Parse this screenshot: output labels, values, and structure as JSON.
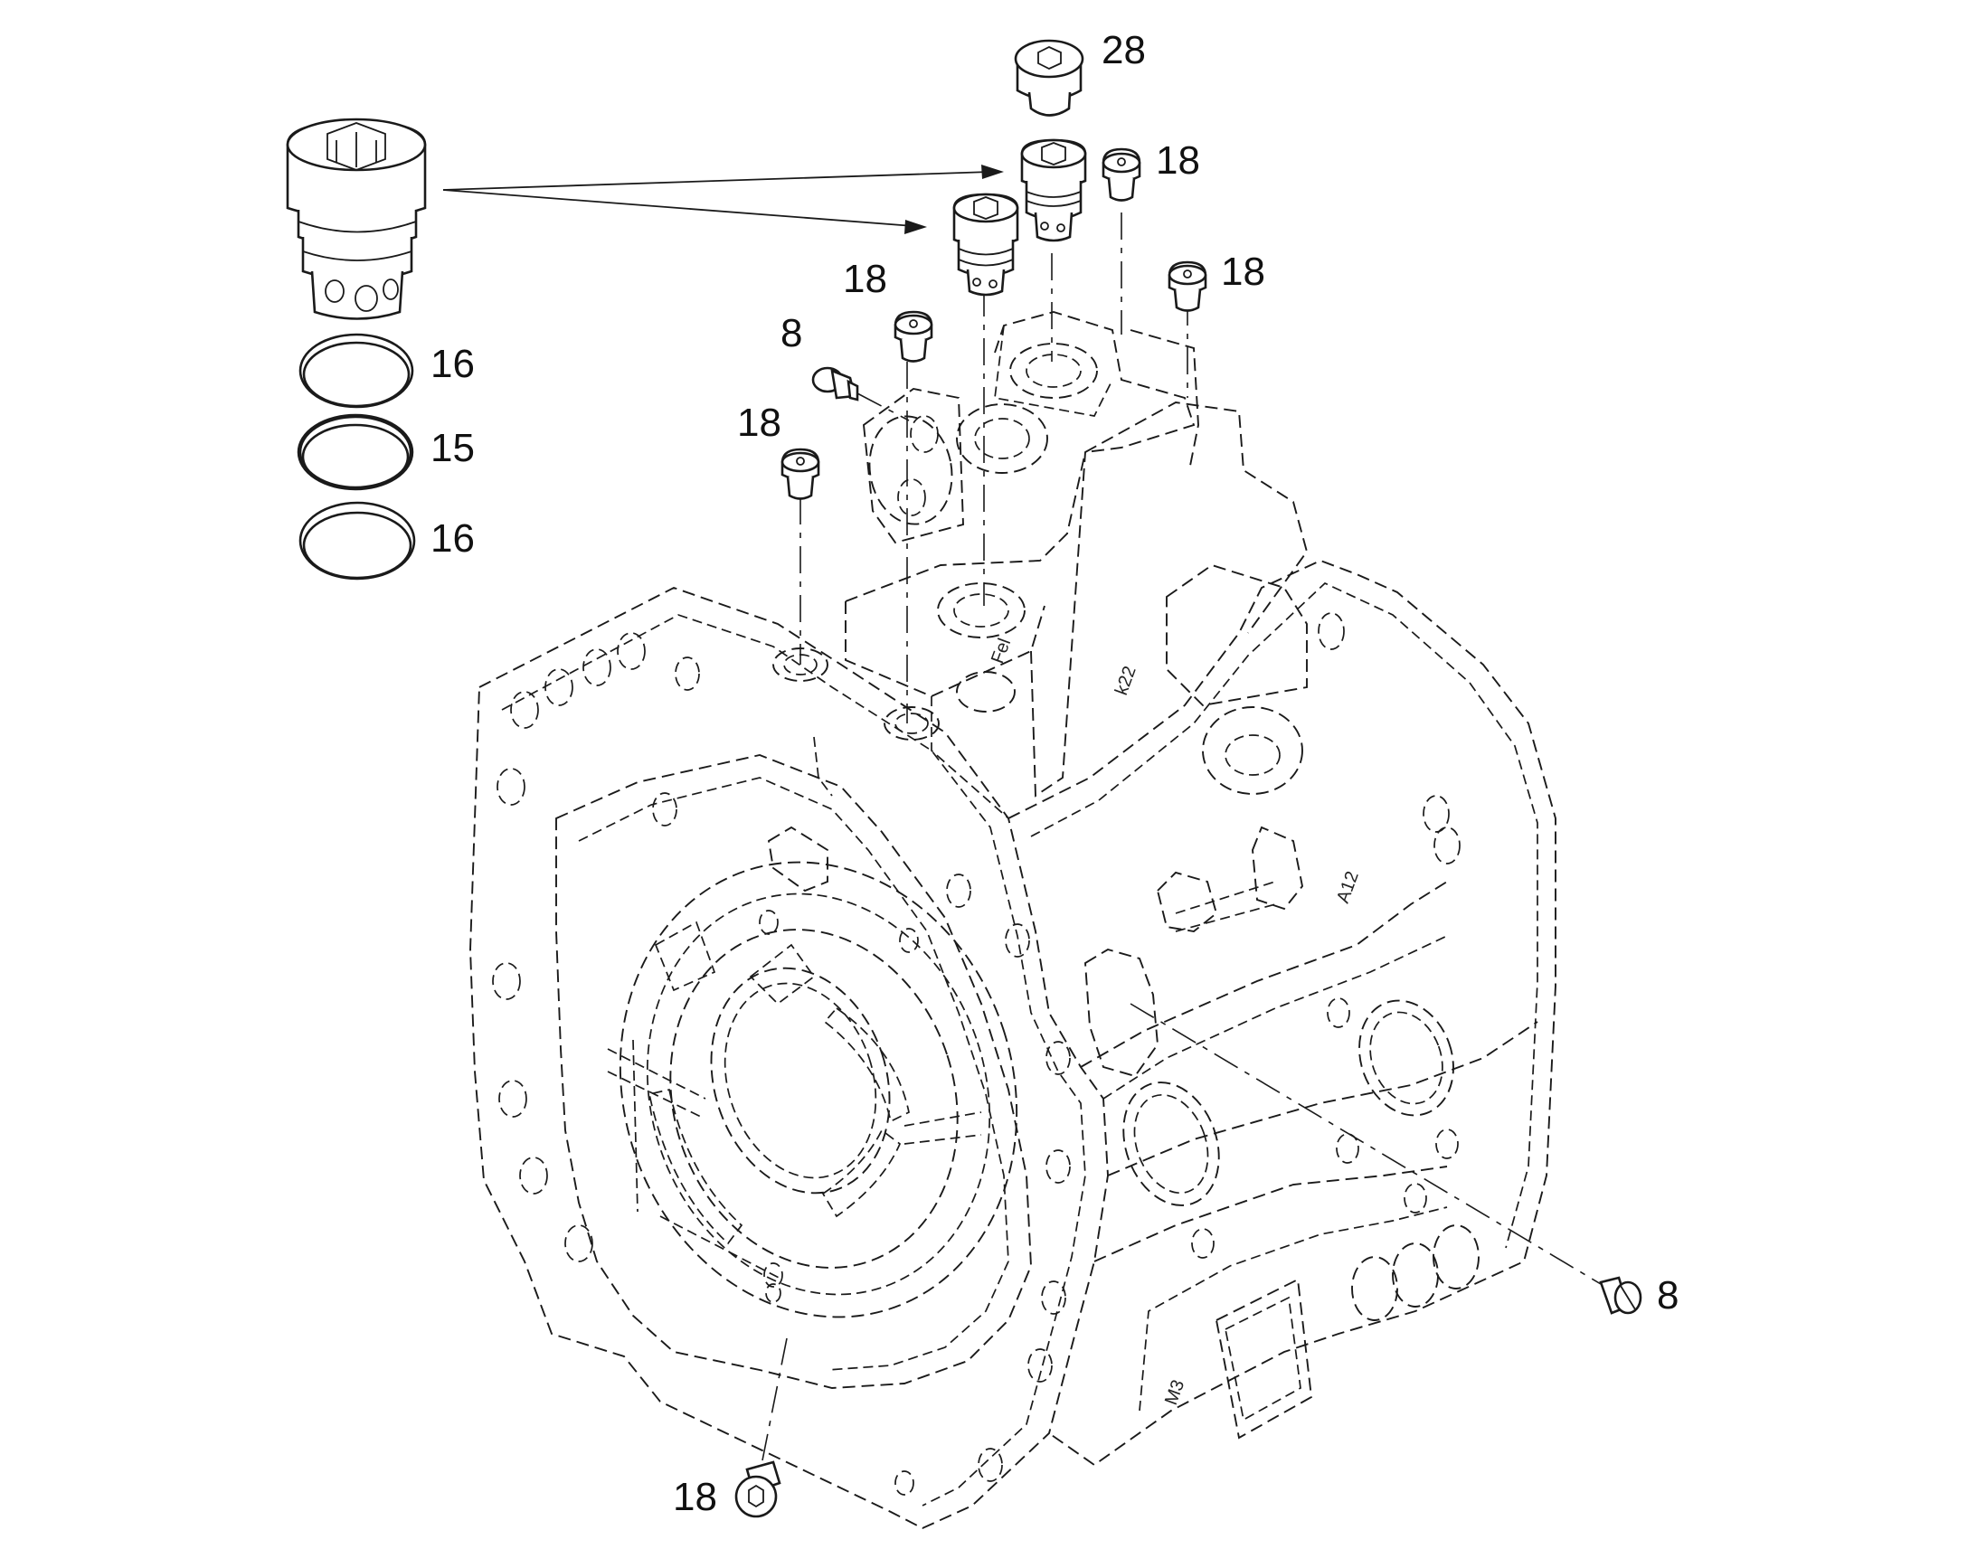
{
  "diagram": {
    "callouts": {
      "c28": "28",
      "c18_top_right": "18",
      "c18_right": "18",
      "c18_upper": "18",
      "c8_upper": "8",
      "c18_left": "18",
      "c16_top": "16",
      "c15": "15",
      "c16_bottom": "16",
      "c8_right": "8",
      "c18_bottom": "18"
    },
    "stamps": {
      "port_top": "Fel",
      "port_side": "k22",
      "port_front": "A12",
      "port_bottom": "M3"
    },
    "colors": {
      "line": "#1a1a1a",
      "background": "#ffffff"
    }
  }
}
